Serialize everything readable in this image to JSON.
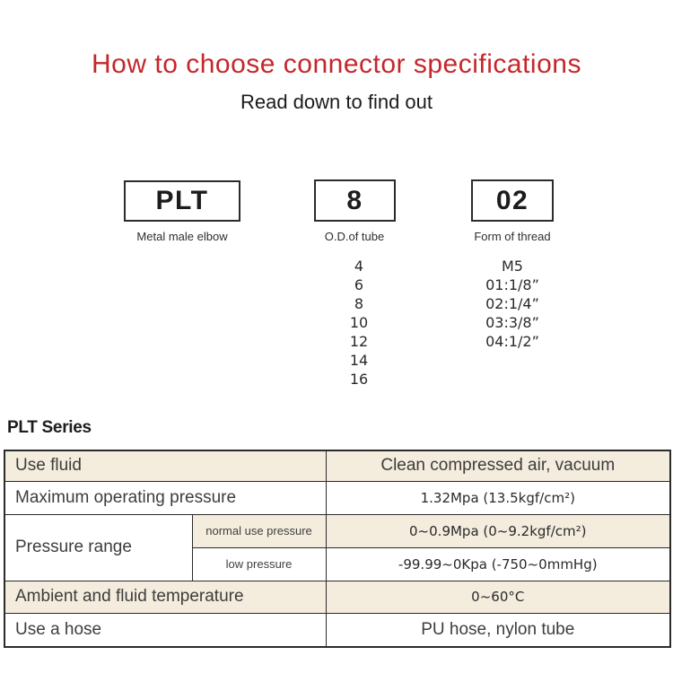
{
  "header": {
    "title": "How to choose connector specifications",
    "subtitle": "Read down to find out"
  },
  "selector": {
    "boxes": [
      {
        "code": "PLT",
        "label": "Metal male elbow",
        "options": []
      },
      {
        "code": "8",
        "label": "O.D.of tube",
        "options": [
          "4",
          "6",
          "8",
          "10",
          "12",
          "14",
          "16"
        ]
      },
      {
        "code": "02",
        "label": "Form of thread",
        "options": [
          "M5",
          "01:1/8”",
          "02:1/4”",
          "03:3/8”",
          "04:1/2”"
        ]
      }
    ]
  },
  "series": {
    "heading": "PLT Series"
  },
  "spec_table": {
    "rows": [
      {
        "label": "Use fluid",
        "value": "Clean compressed air, vacuum"
      },
      {
        "label": "Maximum operating pressure",
        "value": "1.32Mpa (13.5kgf/cm²)"
      },
      {
        "label": "Pressure range",
        "sub_rows": [
          {
            "label": "normal use pressure",
            "value": "0~0.9Mpa (0~9.2kgf/cm²)"
          },
          {
            "label": "low pressure",
            "value": "-99.99~0Kpa (-750~0mmHg)"
          }
        ]
      },
      {
        "label": "Ambient and fluid temperature",
        "value": "0~60°C"
      },
      {
        "label": "Use a hose",
        "value": "PU hose, nylon tube"
      }
    ]
  },
  "colors": {
    "accent_red": "#c5272b",
    "table_row_beige": "#f4ecdd",
    "border_dark": "#2b2b2b"
  }
}
